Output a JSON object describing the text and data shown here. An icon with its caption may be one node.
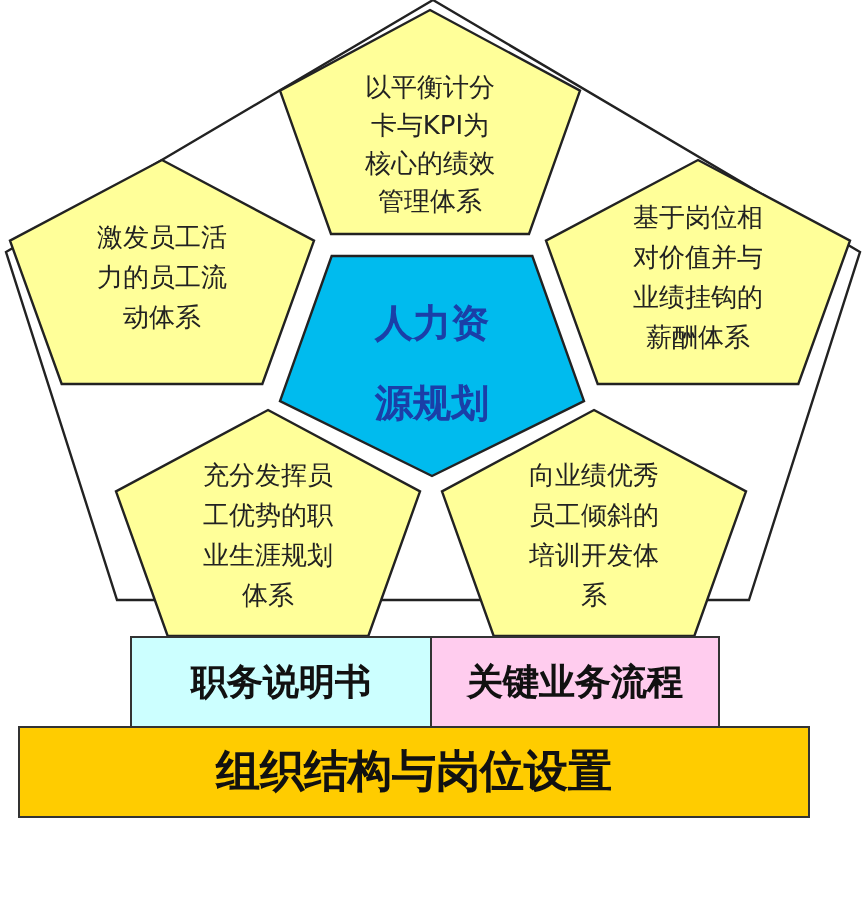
{
  "diagram": {
    "nodes": [
      {
        "text": [],
        "shape": "pentagon"
      },
      {
        "text": [
          "以平衡计分卡与KPI为核心的绩效管理体系"
        ],
        "in": 0
      },
      {
        "text": [
          "激发员工活力的员工流动体系"
        ],
        "in": 0
      },
      {
        "text": [
          "基于岗位相对价值并与业绩挂钩的薪酬体系"
        ],
        "in": 0
      },
      {
        "text": [
          "人力资源规划"
        ],
        "in": 0
      },
      {
        "text": [
          "充分发挥员工优势的职业生涯规划体系"
        ],
        "in": 0
      },
      {
        "text": [
          "向业绩优秀员工倾斜的培训开发体系"
        ],
        "in": 0
      },
      {
        "text": [
          "职务说明书"
        ]
      },
      {
        "text": [
          "关键业务流程"
        ]
      },
      {
        "text": [
          "组织结构与岗位设置"
        ]
      }
    ]
  }
}
